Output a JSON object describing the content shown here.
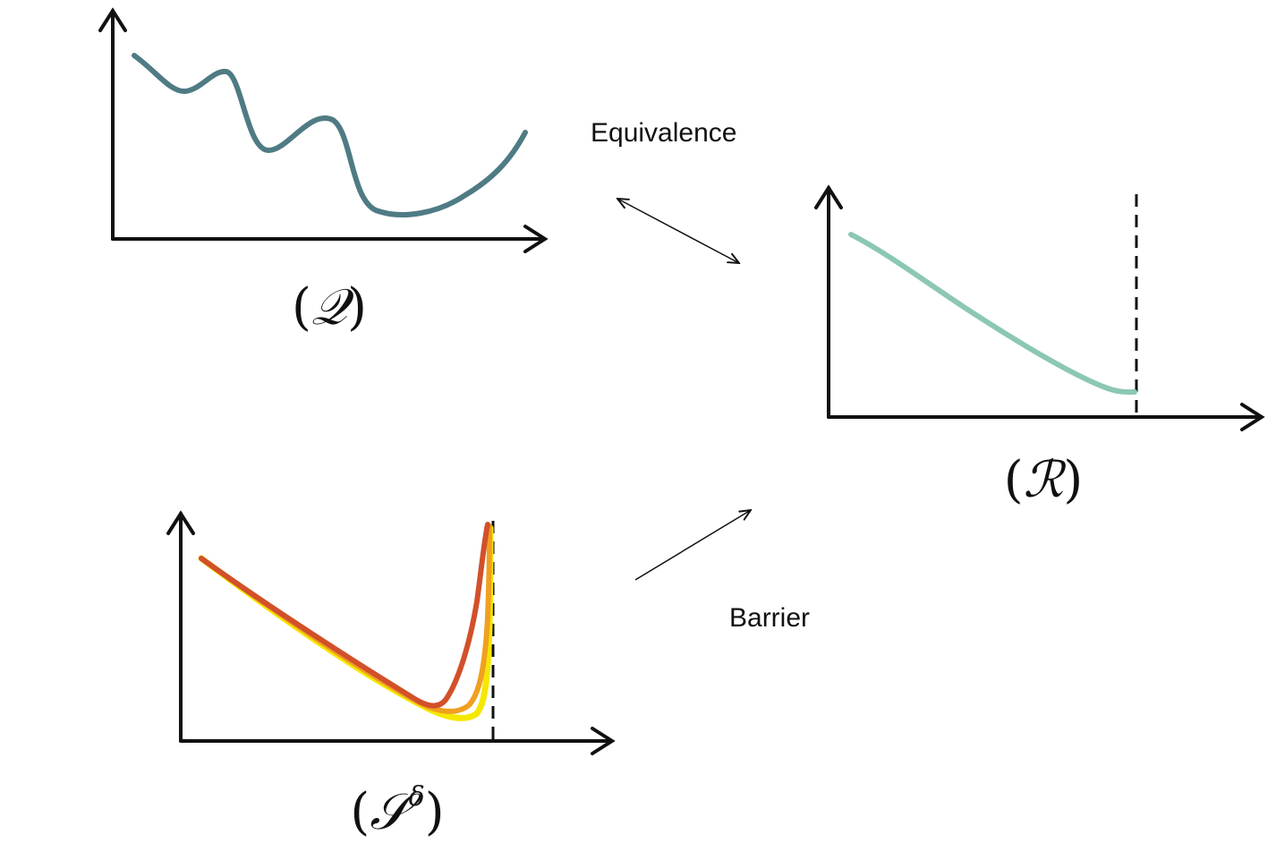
{
  "panels": {
    "q": {
      "label_open": "(",
      "symbol": "𝒬",
      "label_close": ")",
      "curve_color": "#4f7b84"
    },
    "r": {
      "label_open": "(",
      "symbol": "ℛ",
      "label_close": ")",
      "curve_color": "#8cc7b5"
    },
    "s": {
      "label_open": "(",
      "symbol": "𝒮",
      "superscript": "δ",
      "label_close": ")",
      "curve_colors": [
        "#d2502a",
        "#f0a020",
        "#f5e800"
      ]
    }
  },
  "relations": {
    "equivalence": "Equivalence",
    "barrier": "Barrier"
  }
}
